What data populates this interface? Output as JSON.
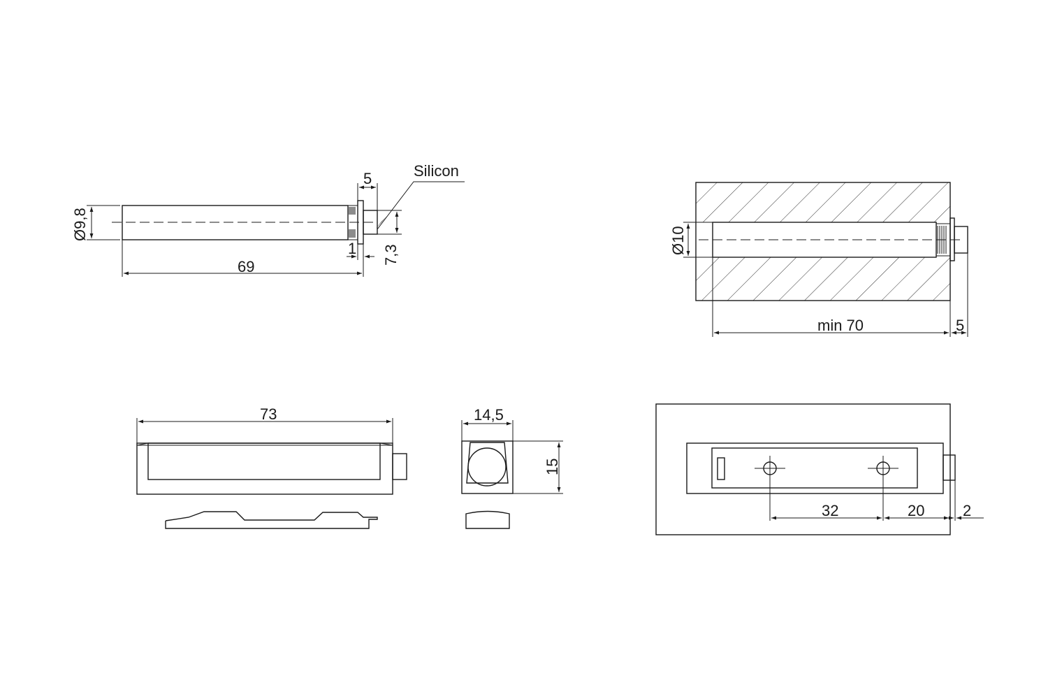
{
  "dimensions": {
    "dia_9_8": "Ø9,8",
    "d5_top": "5",
    "silicon": "Silicon",
    "d1": "1",
    "d7_3": "7,3",
    "d69": "69",
    "dia_10": "Ø10",
    "min70": "min 70",
    "d5_right": "5",
    "d73": "73",
    "d14_5": "14,5",
    "d15": "15",
    "d32": "32",
    "d20": "20",
    "d2": "2"
  }
}
